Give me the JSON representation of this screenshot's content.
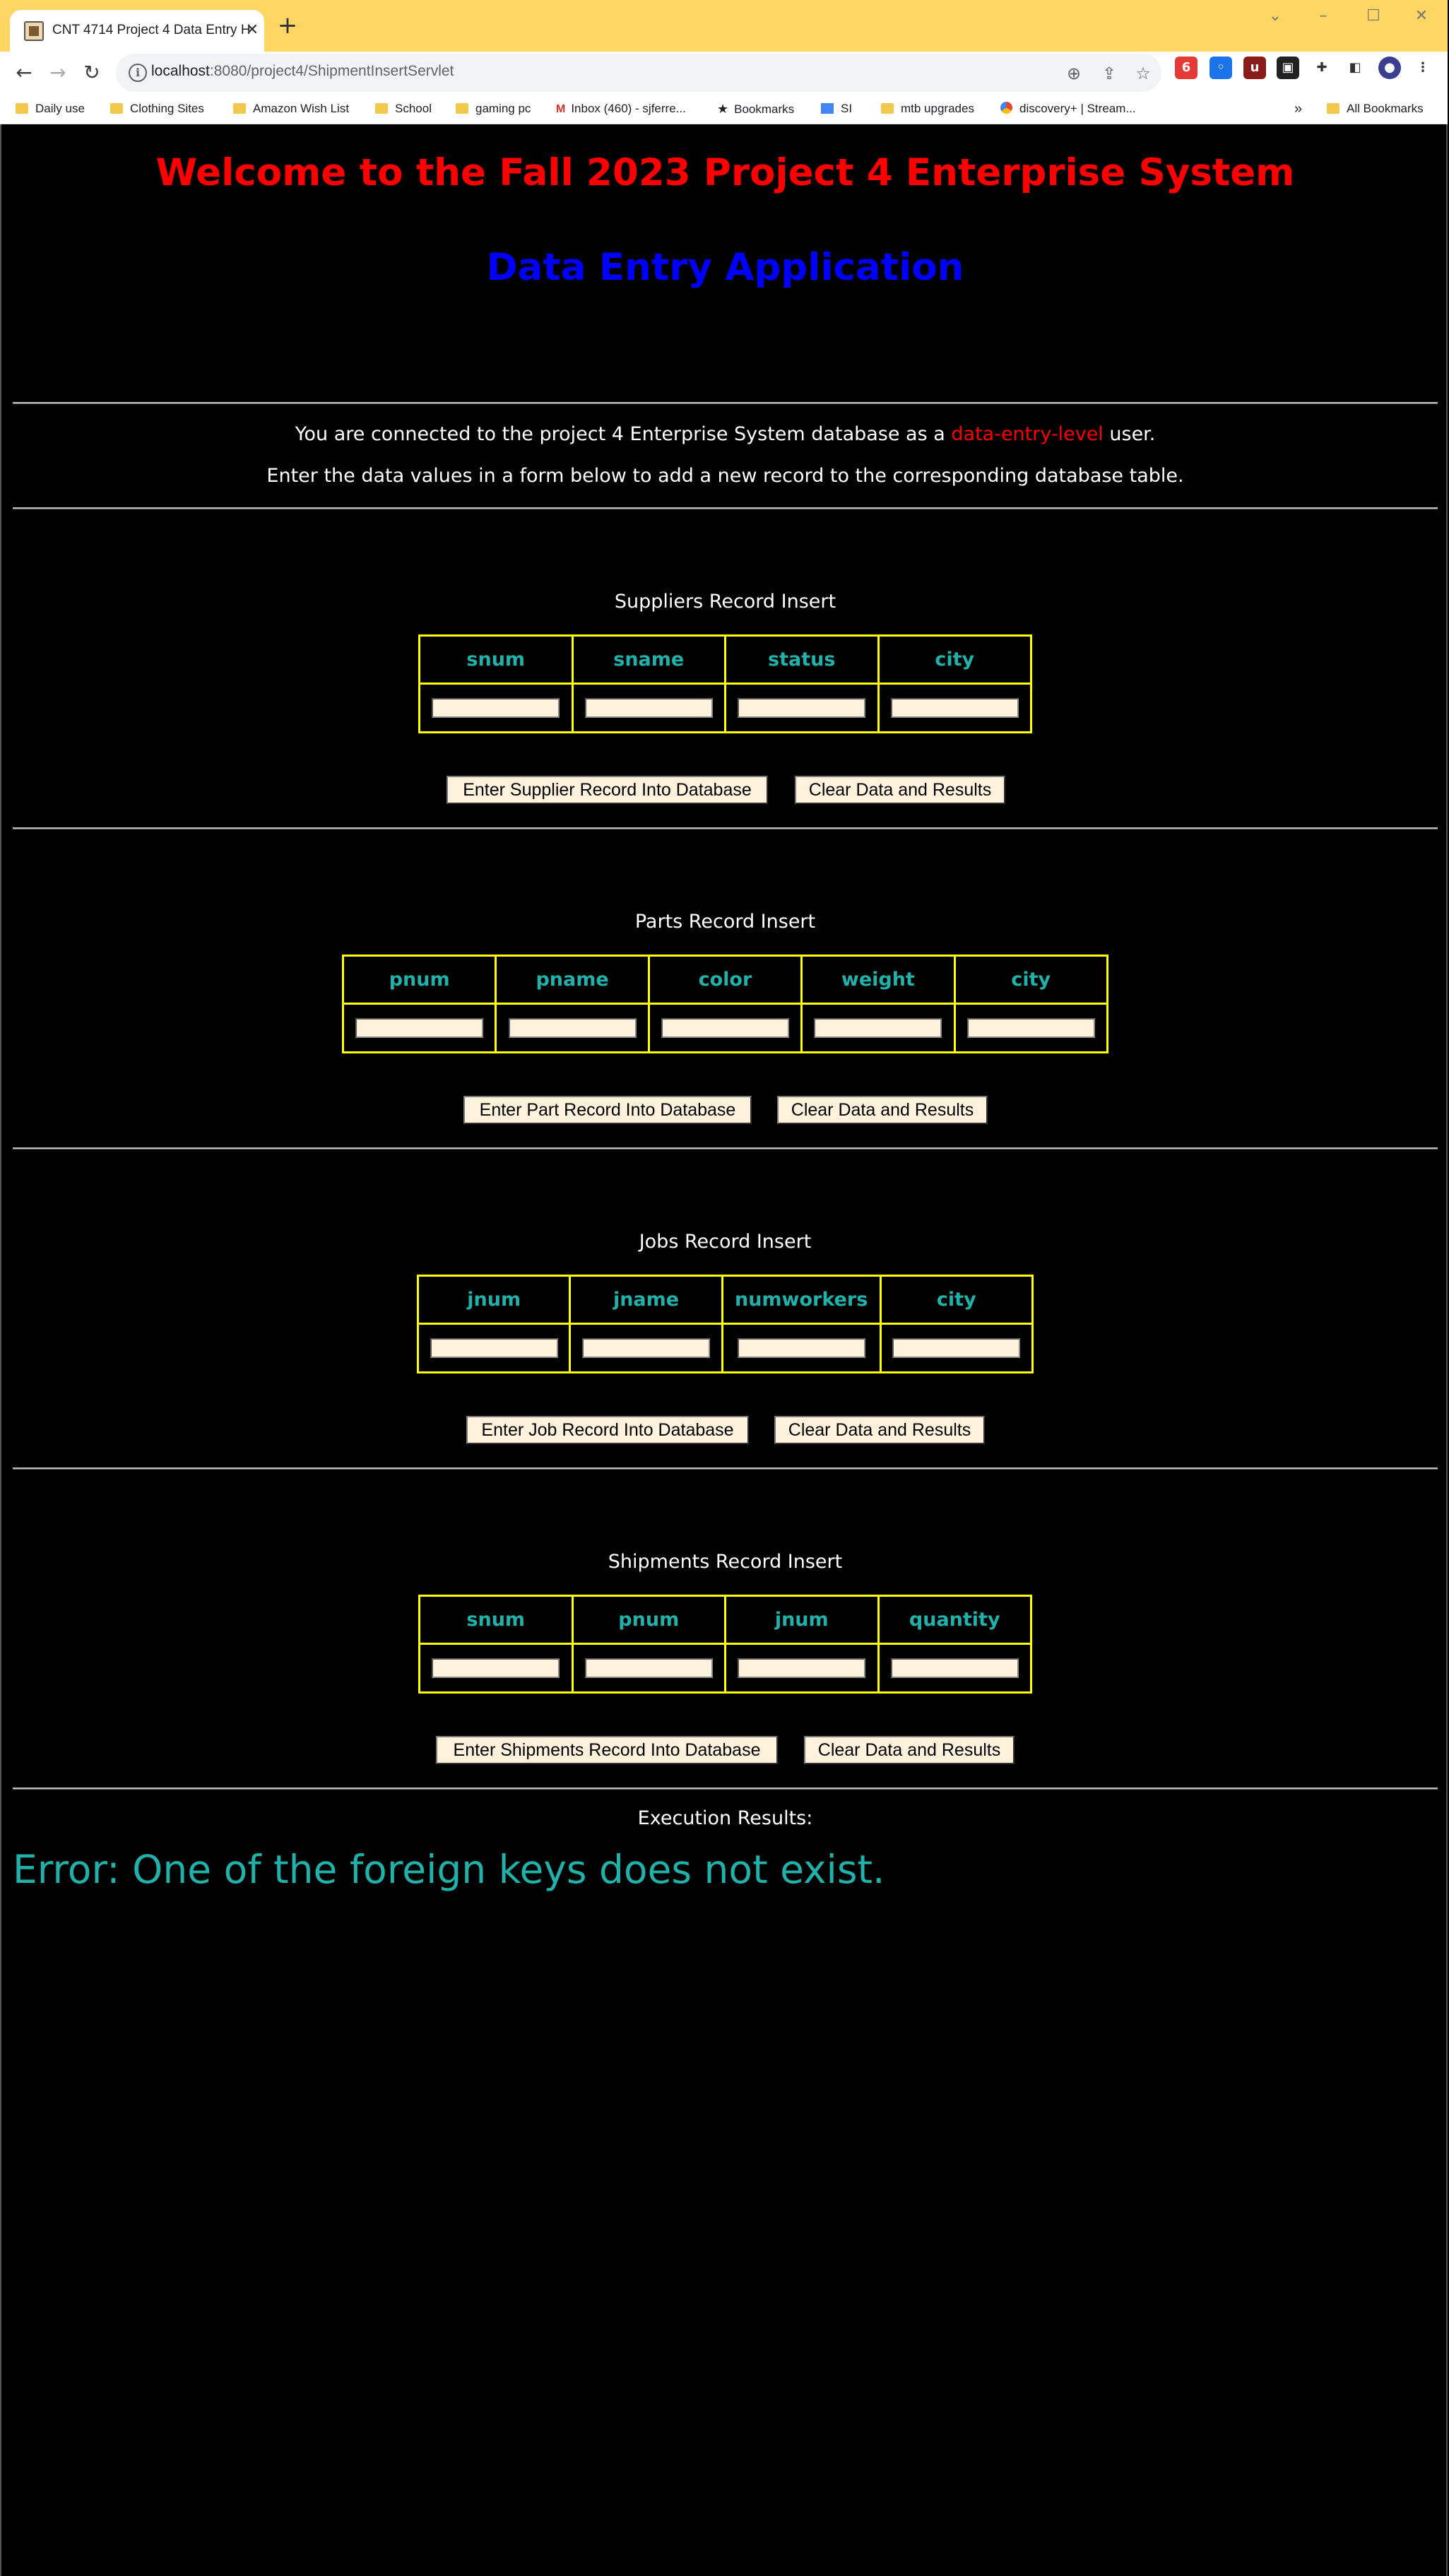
{
  "browser": {
    "tab_title": "CNT 4714 Project 4 Data Entry H",
    "url_host": "localhost",
    "url_rest": ":8080/project4/ShipmentInsertServlet",
    "bookmarks": [
      "Daily use",
      "Clothing Sites",
      "Amazon Wish List",
      "School",
      "gaming pc",
      "Inbox (460) - sjferre...",
      "Bookmarks",
      "SI",
      "mtb upgrades",
      "discovery+ | Stream..."
    ],
    "all_bookmarks": "All Bookmarks",
    "overflow": "»"
  },
  "header": {
    "title": "Welcome to the Fall 2023 Project 4 Enterprise System",
    "subtitle": "Data Entry Application"
  },
  "info": {
    "line1_pre": "You are connected to the project 4 Enterprise System database as a ",
    "line1_level": "data-entry-level",
    "line1_post": " user.",
    "line2": "Enter the data values in a form below to add a new record to the corresponding database table."
  },
  "suppliers": {
    "title": "Suppliers Record Insert",
    "columns": [
      "snum",
      "sname",
      "status",
      "city"
    ],
    "submit": "Enter Supplier Record Into Database",
    "clear": "Clear Data and Results"
  },
  "parts": {
    "title": "Parts Record Insert",
    "columns": [
      "pnum",
      "pname",
      "color",
      "weight",
      "city"
    ],
    "submit": "Enter Part Record Into Database",
    "clear": "Clear Data and Results"
  },
  "jobs": {
    "title": "Jobs Record Insert",
    "columns": [
      "jnum",
      "jname",
      "numworkers",
      "city"
    ],
    "submit": "Enter Job Record Into Database",
    "clear": "Clear Data and Results"
  },
  "shipments": {
    "title": "Shipments Record Insert",
    "columns": [
      "snum",
      "pnum",
      "jnum",
      "quantity"
    ],
    "submit": "Enter Shipments Record Into Database",
    "clear": "Clear Data and Results"
  },
  "results": {
    "label": "Execution Results:",
    "message": "Error: One of the foreign keys does not exist."
  },
  "colors": {
    "title": "#ff0000",
    "subtitle": "#0000ff",
    "table_border": "#ffff00",
    "column_header": "#20b2aa",
    "input_bg": "#fff2dc",
    "error": "#20b2aa",
    "tabbar": "#fdd663"
  }
}
